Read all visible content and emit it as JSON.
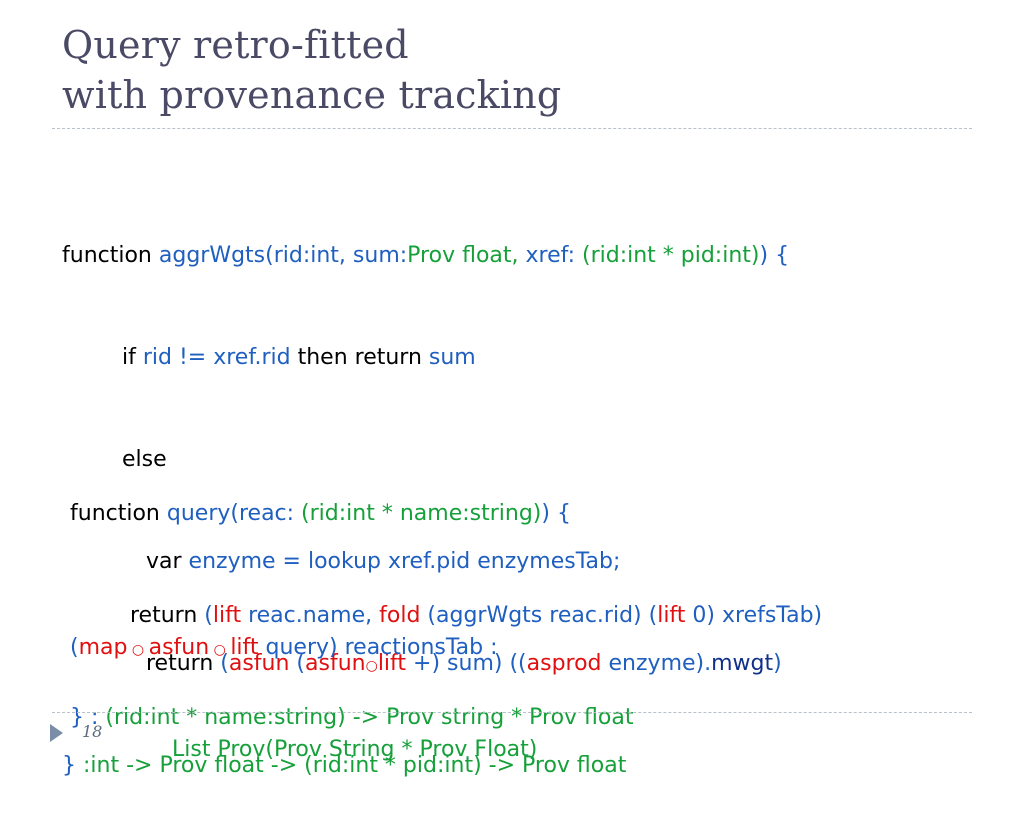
{
  "title": {
    "line1": "Query retro-fitted",
    "line2": "with provenance tracking"
  },
  "code_block_1": {
    "kw_function": "function ",
    "fn_name": "aggrWgts(rid:int, sum:",
    "sum_type": "Prov float, ",
    "xref_open": "xref: ",
    "xref_type": "(rid:int * pid:int)",
    "close_brace": ") {",
    "kw_if": "if ",
    "cond": "rid != xref.rid",
    "then_return": " then return ",
    "sum": "sum",
    "kw_else": "else",
    "kw_var": "var ",
    "enzyme_decl": "enzyme = lookup xref.pid enzymesTab;",
    "kw_return": "return ",
    "p1": "(",
    "asfun1": "asfun",
    "p2": " (",
    "asfun2": "asfun",
    "compose1": "○",
    "lift1": "lift",
    "plus_sum": " +) sum) ((",
    "asprod": "asprod",
    "enzyme_ref": " enzyme).",
    "mwgt": "mwgt",
    "p3": ")",
    "sig_brace": "}",
    "signature": " :int -> Prov float -> (rid:int * pid:int) -> Prov float"
  },
  "code_block_2": {
    "kw_function": "function ",
    "fn_head": "query(reac: ",
    "reac_type": "(rid:int * name:string)",
    "fn_close": ") {",
    "kw_return": "return ",
    "p1": "(",
    "lift1": "lift",
    "reac_name": " reac.name, ",
    "fold": "fold",
    "fold_args": " (aggrWgts reac.rid) (",
    "lift2": "lift",
    "zero": " 0) xrefsTab)",
    "sig_brace": "} : ",
    "signature": "(rid:int * name:string) -> Prov string * Prov float"
  },
  "code_block_3": {
    "p1": "(",
    "map": "map",
    "compose1": " ○ ",
    "asfun": "asfun",
    "compose2": " ○ ",
    "lift": "lift",
    "rest": " query) reactionsTab :",
    "type_line": "List Prov(Prov String * Prov Float)"
  },
  "footer": {
    "page_number": "18"
  }
}
